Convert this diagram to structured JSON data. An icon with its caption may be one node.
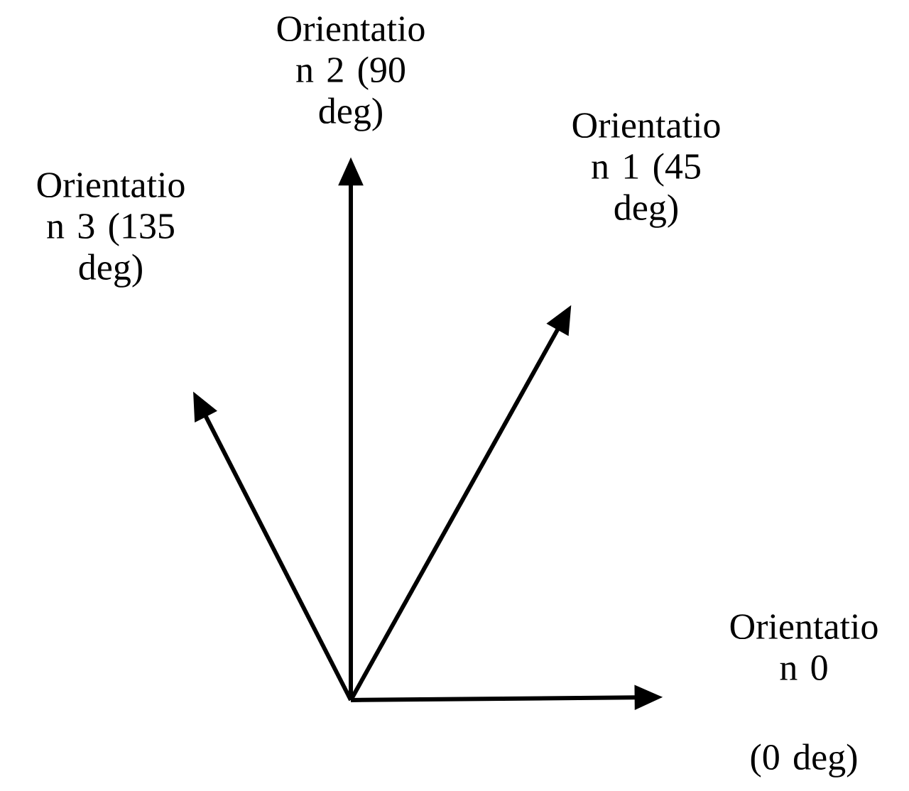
{
  "diagram": {
    "nodes": [
      {
        "text": [
          "Orientatio n 0",
          "(0 deg)"
        ]
      },
      {
        "text": [
          "Orientatio n 1 (45 deg)"
        ]
      },
      {
        "text": [
          "Orientatio n 2 (90 deg)"
        ]
      },
      {
        "text": [
          "Orientatio n 3 (135 deg)"
        ]
      }
    ],
    "edges": [
      {
        "from": null,
        "to": 0,
        "arrow": "to"
      },
      {
        "from": null,
        "to": 1,
        "arrow": "to"
      },
      {
        "from": null,
        "to": 2,
        "arrow": "to"
      },
      {
        "from": null,
        "to": 3,
        "arrow": "to"
      }
    ]
  }
}
